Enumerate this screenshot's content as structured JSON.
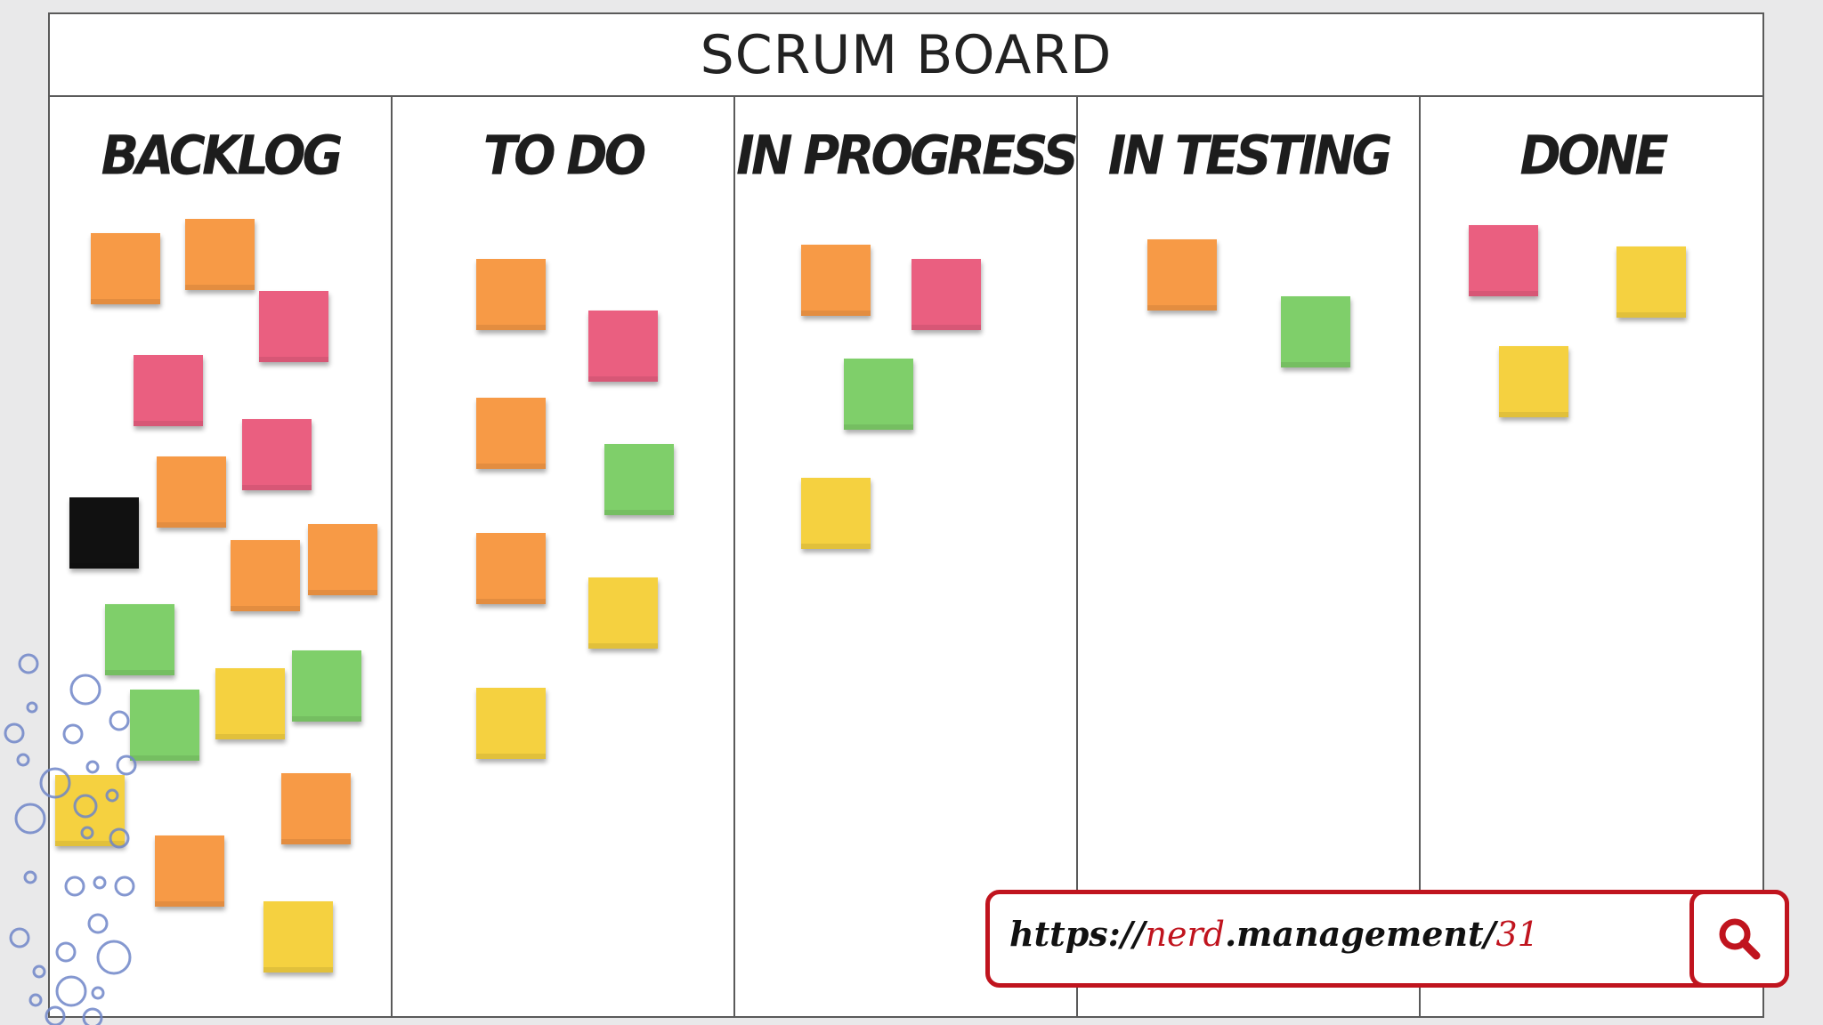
{
  "board": {
    "title": "SCRUM BOARD",
    "columns": [
      {
        "id": "backlog",
        "title": "BACKLOG"
      },
      {
        "id": "todo",
        "title": "TO DO"
      },
      {
        "id": "in-progress",
        "title": "IN PROGRESS"
      },
      {
        "id": "in-testing",
        "title": "IN TESTING"
      },
      {
        "id": "done",
        "title": "DONE"
      }
    ]
  },
  "colors": {
    "orange": "#f79a46",
    "pink": "#ea5f80",
    "green": "#7fcf6a",
    "yellow": "#f5d140",
    "black": "#111111",
    "accent": "#c0141e"
  },
  "search": {
    "url_prefix": "https://",
    "url_domain_a": "nerd",
    "url_domain_b": ".management/",
    "url_id": "31"
  }
}
